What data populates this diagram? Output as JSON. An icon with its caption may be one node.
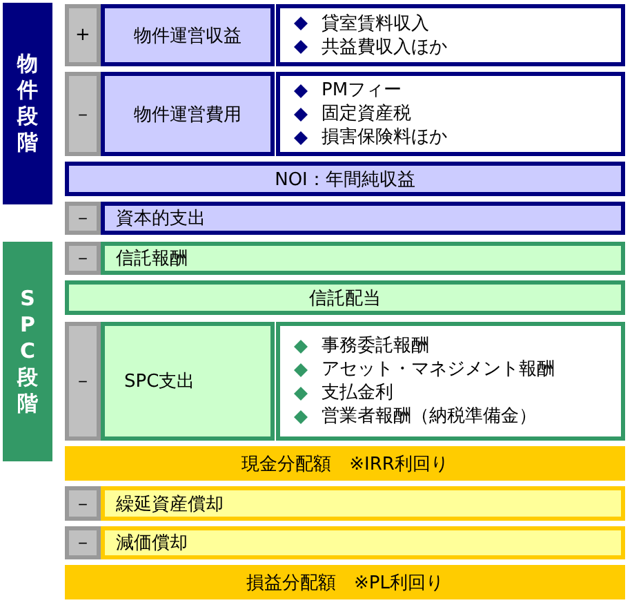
{
  "diagram": {
    "nodes": [
      {
        "text": [
          "物件段階"
        ]
      },
      {
        "text": [
          "+"
        ]
      },
      {
        "text": [
          "物件運営収益"
        ]
      },
      {
        "text": [
          "貸室賃料収入",
          "共益費収入ほか"
        ]
      },
      {
        "text": [
          "－"
        ]
      },
      {
        "text": [
          "物件運営費用"
        ]
      },
      {
        "text": [
          "PMフィー",
          "固定資産税",
          "損害保険料ほか"
        ]
      },
      {
        "text": [
          "NOI：年間純収益"
        ]
      },
      {
        "text": [
          "－"
        ]
      },
      {
        "text": [
          "資本的支出"
        ]
      },
      {
        "text": [
          "SPC段階"
        ]
      },
      {
        "text": [
          "－"
        ]
      },
      {
        "text": [
          "信託報酬"
        ]
      },
      {
        "text": [
          "信託配当"
        ]
      },
      {
        "text": [
          "－"
        ]
      },
      {
        "text": [
          "SPC支出"
        ]
      },
      {
        "text": [
          "事務委託報酬",
          "アセット・マネジメント報酬",
          "支払金利",
          "営業者報酬（納税準備金）"
        ]
      },
      {
        "text": [
          "現金分配額　※IRR利回り"
        ]
      },
      {
        "text": [
          "－"
        ]
      },
      {
        "text": [
          "繰延資産償却"
        ]
      },
      {
        "text": [
          "－"
        ]
      },
      {
        "text": [
          "減価償却"
        ]
      },
      {
        "text": [
          "損益分配額　※PL利回り"
        ]
      }
    ]
  }
}
